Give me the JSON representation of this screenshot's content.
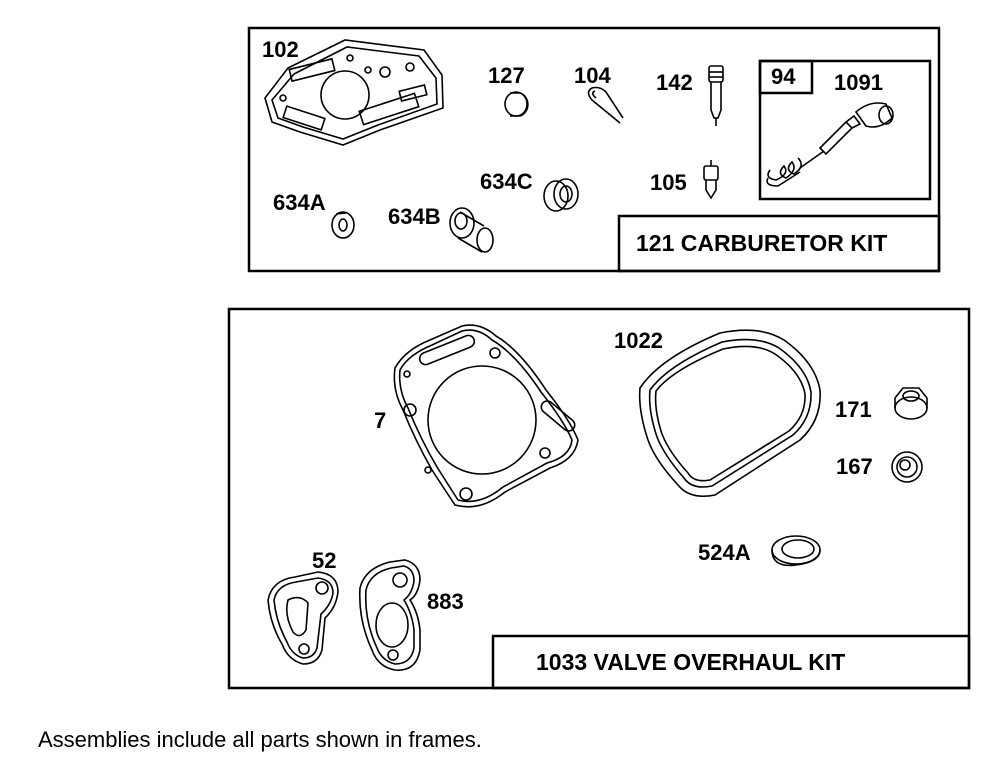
{
  "kits": {
    "carburetor": {
      "label": "121 CARBURETOR KIT",
      "subframe_label": "94"
    },
    "valve": {
      "label": "1033 VALVE OVERHAUL KIT"
    }
  },
  "parts": {
    "p102": "102",
    "p127": "127",
    "p104": "104",
    "p142": "142",
    "p1091": "1091",
    "p105": "105",
    "p634A": "634A",
    "p634B": "634B",
    "p634C": "634C",
    "p1022": "1022",
    "p7": "7",
    "p171": "171",
    "p167": "167",
    "p524A": "524A",
    "p52": "52",
    "p883": "883"
  },
  "footnote": "Assemblies include all parts shown in frames."
}
